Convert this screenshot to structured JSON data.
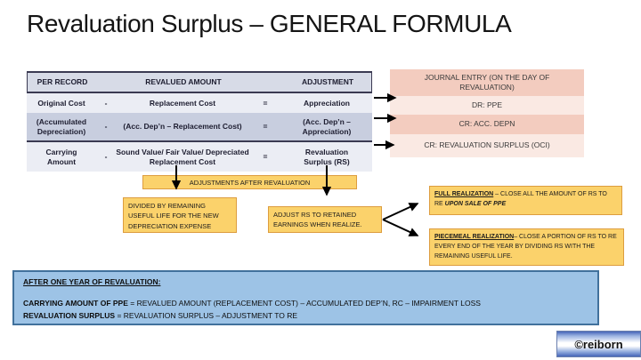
{
  "title": "Revaluation Surplus – GENERAL FORMULA",
  "table": {
    "headers": [
      "PER RECORD",
      "REVALUED AMOUNT",
      "ADJUSTMENT"
    ],
    "rows": [
      {
        "per_record": "Original Cost",
        "op": "-",
        "revalued": "Replacement Cost",
        "eq": "=",
        "adjustment": "Appreciation"
      },
      {
        "per_record": "(Accumulated Depreciation)",
        "op": "-",
        "revalued": "(Acc. Dep’n – Replacement Cost)",
        "eq": "=",
        "adjustment": "(Acc. Dep’n – Appreciation)"
      },
      {
        "per_record": "Carrying Amount",
        "op": "-",
        "revalued": "Sound Value/ Fair Value/ Depreciated Replacement Cost",
        "eq": "=",
        "adjustment": "Revaluation Surplus (RS)"
      }
    ]
  },
  "journal": {
    "title": "JOURNAL ENTRY (ON THE DAY OF REVALUATION)",
    "entries": [
      "DR: PPE",
      "CR: ACC. DEPN",
      "CR: REVALUATION SURPLUS (OCI)"
    ]
  },
  "adjustments": {
    "banner": "ADJUSTMENTS AFTER REVALUATION",
    "depreciation_note": "DIVIDED BY REMAINING USEFUL LIFE FOR THE NEW DEPRECIATION EXPENSE",
    "retained_earnings_note": "ADJUST RS TO RETAINED EARNINGS WHEN REALIZE."
  },
  "realization": {
    "full": {
      "heading": "FULL REALIZATION",
      "text": " – CLOSE ALL THE AMOUNT OF RS TO RE ",
      "emphasis": "UPON SALE OF PPE"
    },
    "piecemeal": {
      "heading": "PIECEMEAL REALIZATION",
      "text": "– CLOSE A PORTION OF RS TO RE EVERY END OF THE YEAR BY DIVIDING RS WITH THE REMAINING USEFUL LIFE."
    }
  },
  "after_one_year": {
    "heading": "AFTER ONE YEAR OF REVALUATION:",
    "formula1_label": "CARRYING AMOUNT OF PPE",
    "formula1_rest": " = REVALUED AMOUNT (REPLACEMENT COST) – ACCUMULATED DEP’N, RC – IMPAIRMENT LOSS",
    "formula2_label": "REVALUATION SURPLUS",
    "formula2_rest": " = REVALUATION SURPLUS – ADJUSTMENT TO RE"
  },
  "watermark": "©reiborn",
  "colors": {
    "table_header_bg": "#D7DBE7",
    "table_row_light_bg": "#EBEDF4",
    "table_row_dark_bg": "#C8CEDF",
    "table_border": "#3A3A52",
    "journal_dark_bg": "#F3CCBF",
    "journal_light_bg": "#FAE9E3",
    "note_fill": "#FBD26B",
    "note_border": "#DD9D3F",
    "summary_fill": "#9DC3E6",
    "summary_border": "#41719C",
    "arrow": "#000000"
  }
}
